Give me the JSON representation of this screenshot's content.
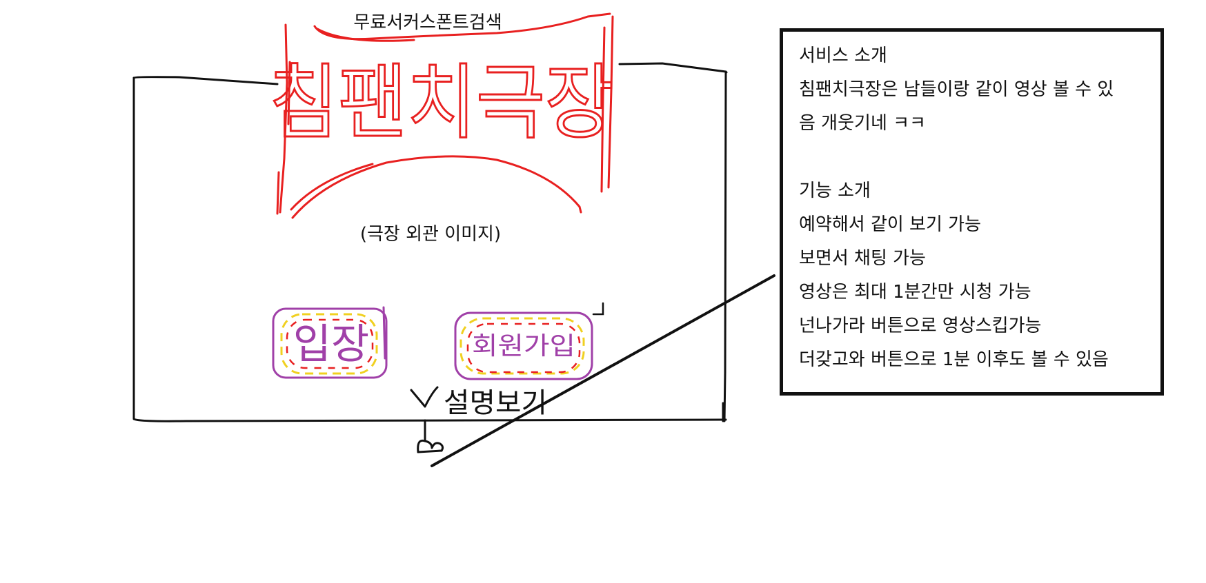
{
  "header": {
    "font_search_label": "무료서커스폰트검색"
  },
  "logo": {
    "text": "침팬치극장",
    "color": "#e82020"
  },
  "hero": {
    "image_caption": "(극장 외관 이미지)"
  },
  "buttons": {
    "enter_label": "입장",
    "signup_label": "회원가입",
    "outline_color": "#a040a8",
    "inner_dash_color": "#f0d020",
    "red_dash_color": "#e82020"
  },
  "annotation": {
    "description_label": "설명보기",
    "sweep_icon": "check-mark-icon",
    "hand_icon": "hand-pointer-icon"
  },
  "info_panel": {
    "service_intro": {
      "title": "서비스 소개",
      "lines": [
        "침팬치극장은 남들이랑 같이 영상 볼 수 있",
        "음 개웃기네 ㅋㅋ"
      ]
    },
    "feature_intro": {
      "title": "기능 소개",
      "lines": [
        "예약해서 같이 보기 가능",
        "보면서 채팅 가능",
        "영상은 최대 1분간만 시청 가능",
        "넌나가라 버튼으로 영상스킵가능",
        "더갖고와 버튼으로 1분 이후도 볼 수 있음"
      ]
    }
  }
}
